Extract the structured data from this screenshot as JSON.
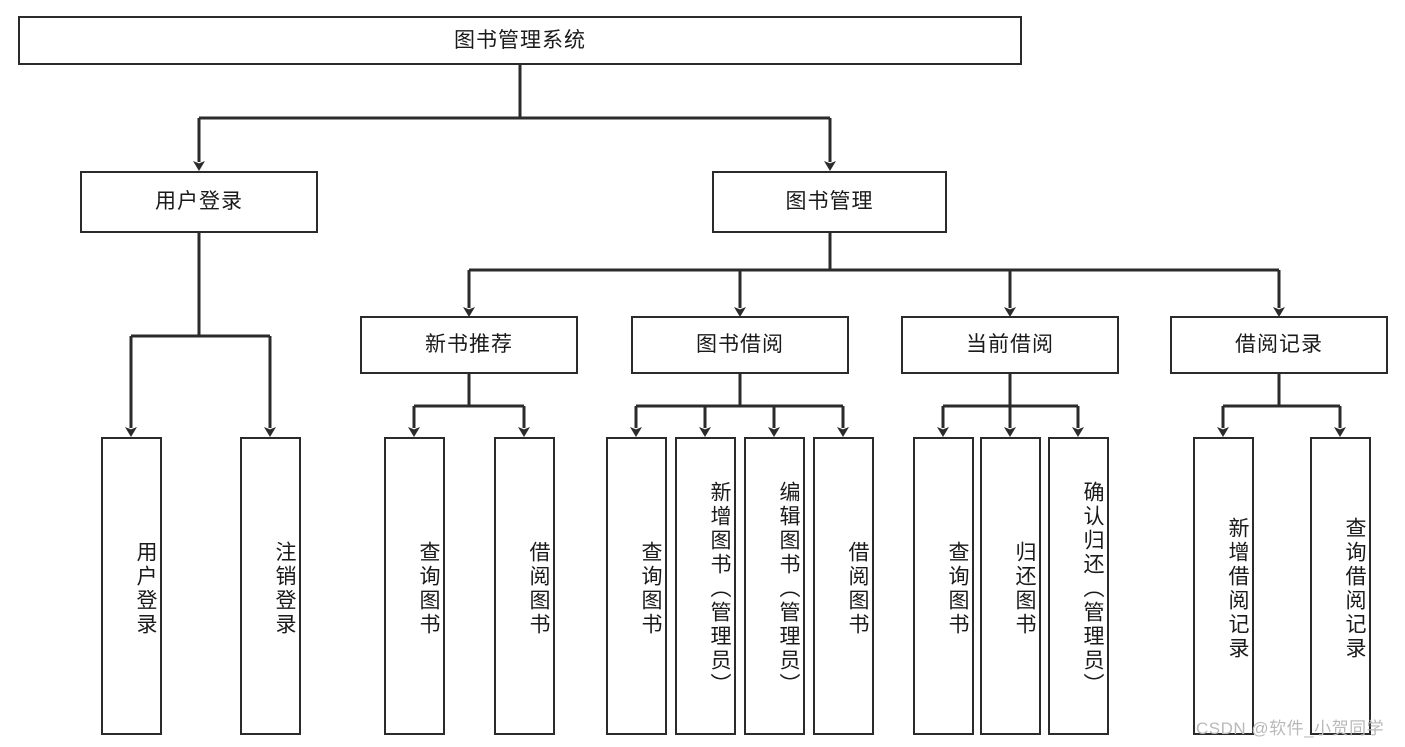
{
  "diagram": {
    "type": "tree",
    "title": "图书管理系统",
    "orientation": "top-down",
    "root": {
      "id": "root",
      "label": "图书管理系统"
    },
    "level2": [
      {
        "id": "user-login",
        "label": "用户登录"
      },
      {
        "id": "book-manage",
        "label": "图书管理"
      }
    ],
    "level3": [
      {
        "id": "new-book-recommend",
        "label": "新书推荐",
        "parent": "book-manage"
      },
      {
        "id": "book-borrow",
        "label": "图书借阅",
        "parent": "book-manage"
      },
      {
        "id": "current-borrow",
        "label": "当前借阅",
        "parent": "book-manage"
      },
      {
        "id": "borrow-record",
        "label": "借阅记录",
        "parent": "book-manage"
      }
    ],
    "leaves": {
      "user_login": [
        {
          "id": "leaf-user-login",
          "label": "用户登录"
        },
        {
          "id": "leaf-user-logout",
          "label": "注销登录"
        }
      ],
      "new_book_recommend": [
        {
          "id": "leaf-query-book-1",
          "label": "查询图书"
        },
        {
          "id": "leaf-borrow-book-1",
          "label": "借阅图书"
        }
      ],
      "book_borrow": [
        {
          "id": "leaf-query-book-2",
          "label": "查询图书"
        },
        {
          "id": "leaf-add-book",
          "label": "新增图书（管理员）"
        },
        {
          "id": "leaf-edit-book",
          "label": "编辑图书（管理员）"
        },
        {
          "id": "leaf-borrow-book-2",
          "label": "借阅图书"
        }
      ],
      "current_borrow": [
        {
          "id": "leaf-query-book-3",
          "label": "查询图书"
        },
        {
          "id": "leaf-return-book",
          "label": "归还图书"
        },
        {
          "id": "leaf-confirm-return",
          "label": "确认归还（管理员）"
        }
      ],
      "borrow_record": [
        {
          "id": "leaf-add-record",
          "label": "新增借阅记录"
        },
        {
          "id": "leaf-query-record",
          "label": "查询借阅记录"
        }
      ]
    }
  },
  "watermark": {
    "text": "CSDN @软件_小贺同学"
  },
  "colors": {
    "stroke": "#2b2b2b",
    "fill": "#ffffff",
    "text": "#1a1a1a",
    "watermark": "#b9b9b9"
  }
}
